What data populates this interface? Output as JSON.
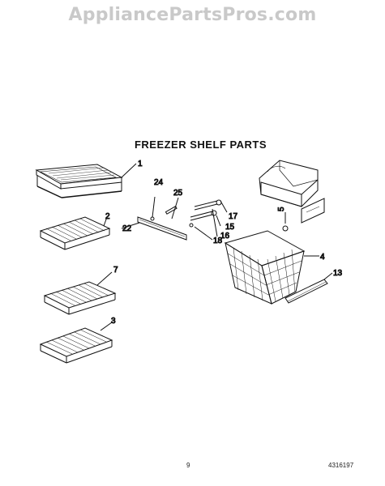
{
  "watermark": "AppliancePartsPros.com",
  "title": "FREEZER SHELF PARTS",
  "page_number": "9",
  "document_number": "4316197",
  "callouts": [
    "1",
    "2",
    "7",
    "3",
    "24",
    "25",
    "22",
    "17",
    "15",
    "16",
    "18",
    "5",
    "4",
    "13"
  ]
}
